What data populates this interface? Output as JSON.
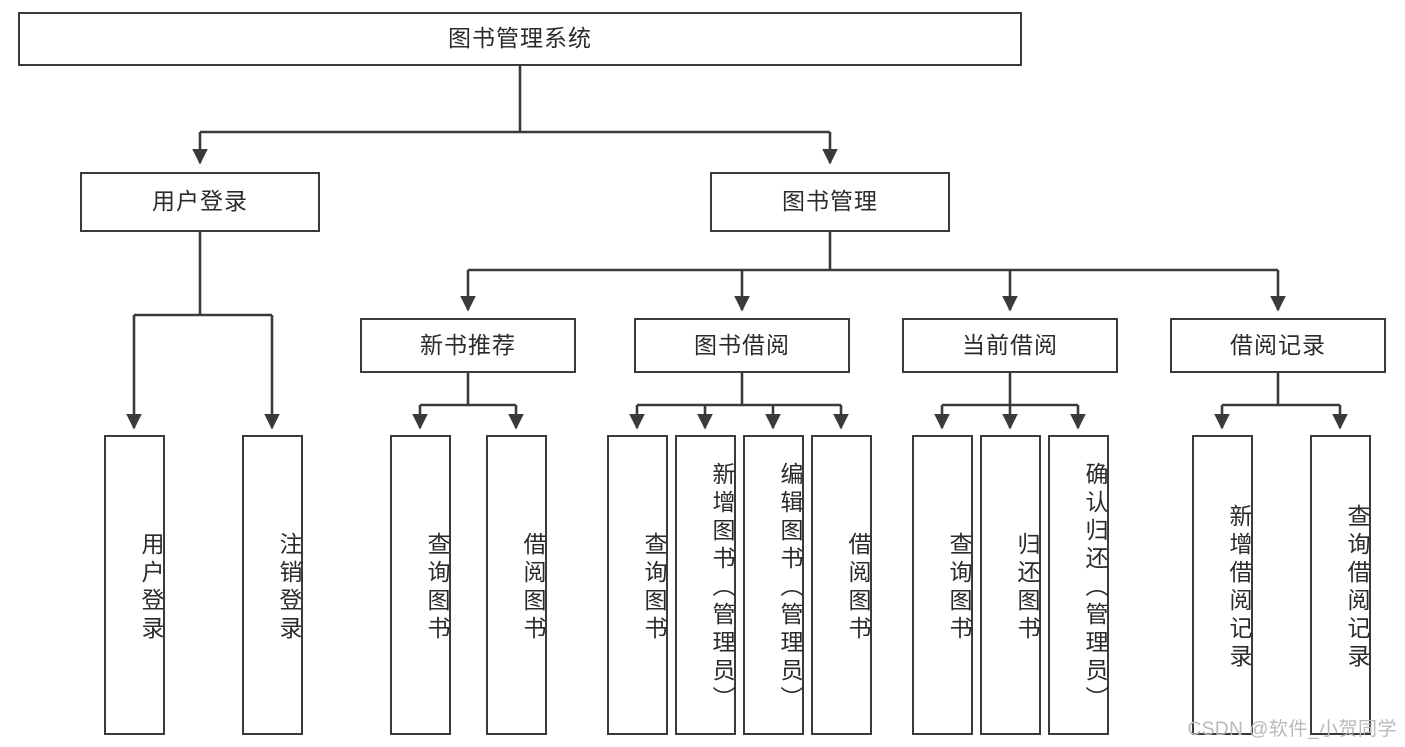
{
  "diagram": {
    "type": "tree",
    "title": "图书管理系统",
    "watermark": "CSDN @软件_小贺同学",
    "colors": {
      "border": "#3a3a3a",
      "text": "#2b2b2b",
      "background": "#ffffff",
      "connector": "#3a3a3a",
      "watermark": "#b9b9b9"
    },
    "nodes": {
      "root": {
        "label": "图书管理系统"
      },
      "level2": [
        {
          "label": "用户登录"
        },
        {
          "label": "图书管理"
        }
      ],
      "level3": [
        {
          "label": "新书推荐"
        },
        {
          "label": "图书借阅"
        },
        {
          "label": "当前借阅"
        },
        {
          "label": "借阅记录"
        }
      ],
      "leaves": {
        "user_login": [
          {
            "label": "用户登录"
          },
          {
            "label": "注销登录"
          }
        ],
        "new_book_recommend": [
          {
            "label": "查询图书"
          },
          {
            "label": "借阅图书"
          }
        ],
        "book_borrow": [
          {
            "label": "查询图书"
          },
          {
            "label": "新增图书（管理员）"
          },
          {
            "label": "编辑图书（管理员）"
          },
          {
            "label": "借阅图书"
          }
        ],
        "current_borrow": [
          {
            "label": "查询图书"
          },
          {
            "label": "归还图书"
          },
          {
            "label": "确认归还（管理员）"
          }
        ],
        "borrow_record": [
          {
            "label": "新增借阅记录"
          },
          {
            "label": "查询借阅记录"
          }
        ]
      }
    }
  }
}
